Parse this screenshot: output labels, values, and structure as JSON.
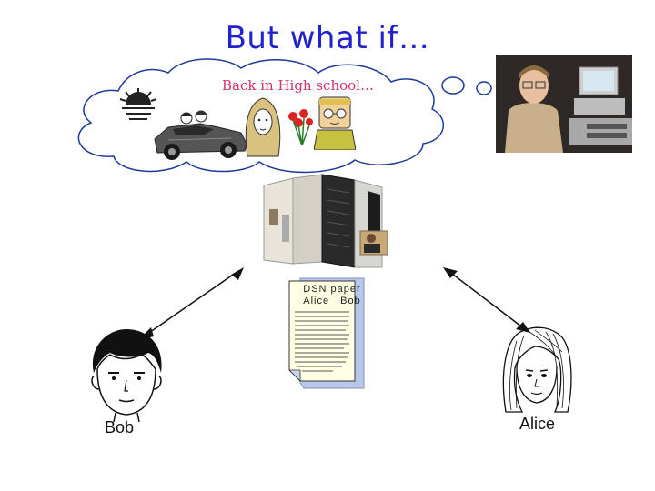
{
  "slide": {
    "title": "But what if…",
    "thought_text": "Back in High school…"
  },
  "document": {
    "line1": "DSN paper",
    "line2": "Alice Bob"
  },
  "people": {
    "bob": "Bob",
    "alice": "Alice"
  },
  "colors": {
    "title": "#2222cc",
    "thought_text": "#d0306a"
  },
  "icons": [
    "thought-bubble-icon",
    "sun-icon",
    "convertible-car-icon",
    "girl-portrait-icon",
    "flowers-icon",
    "nerd-boy-icon",
    "nerd-photo",
    "mainframe-computer-icon",
    "document-icon",
    "bob-face-icon",
    "alice-face-icon",
    "bidirectional-arrow-icon"
  ]
}
